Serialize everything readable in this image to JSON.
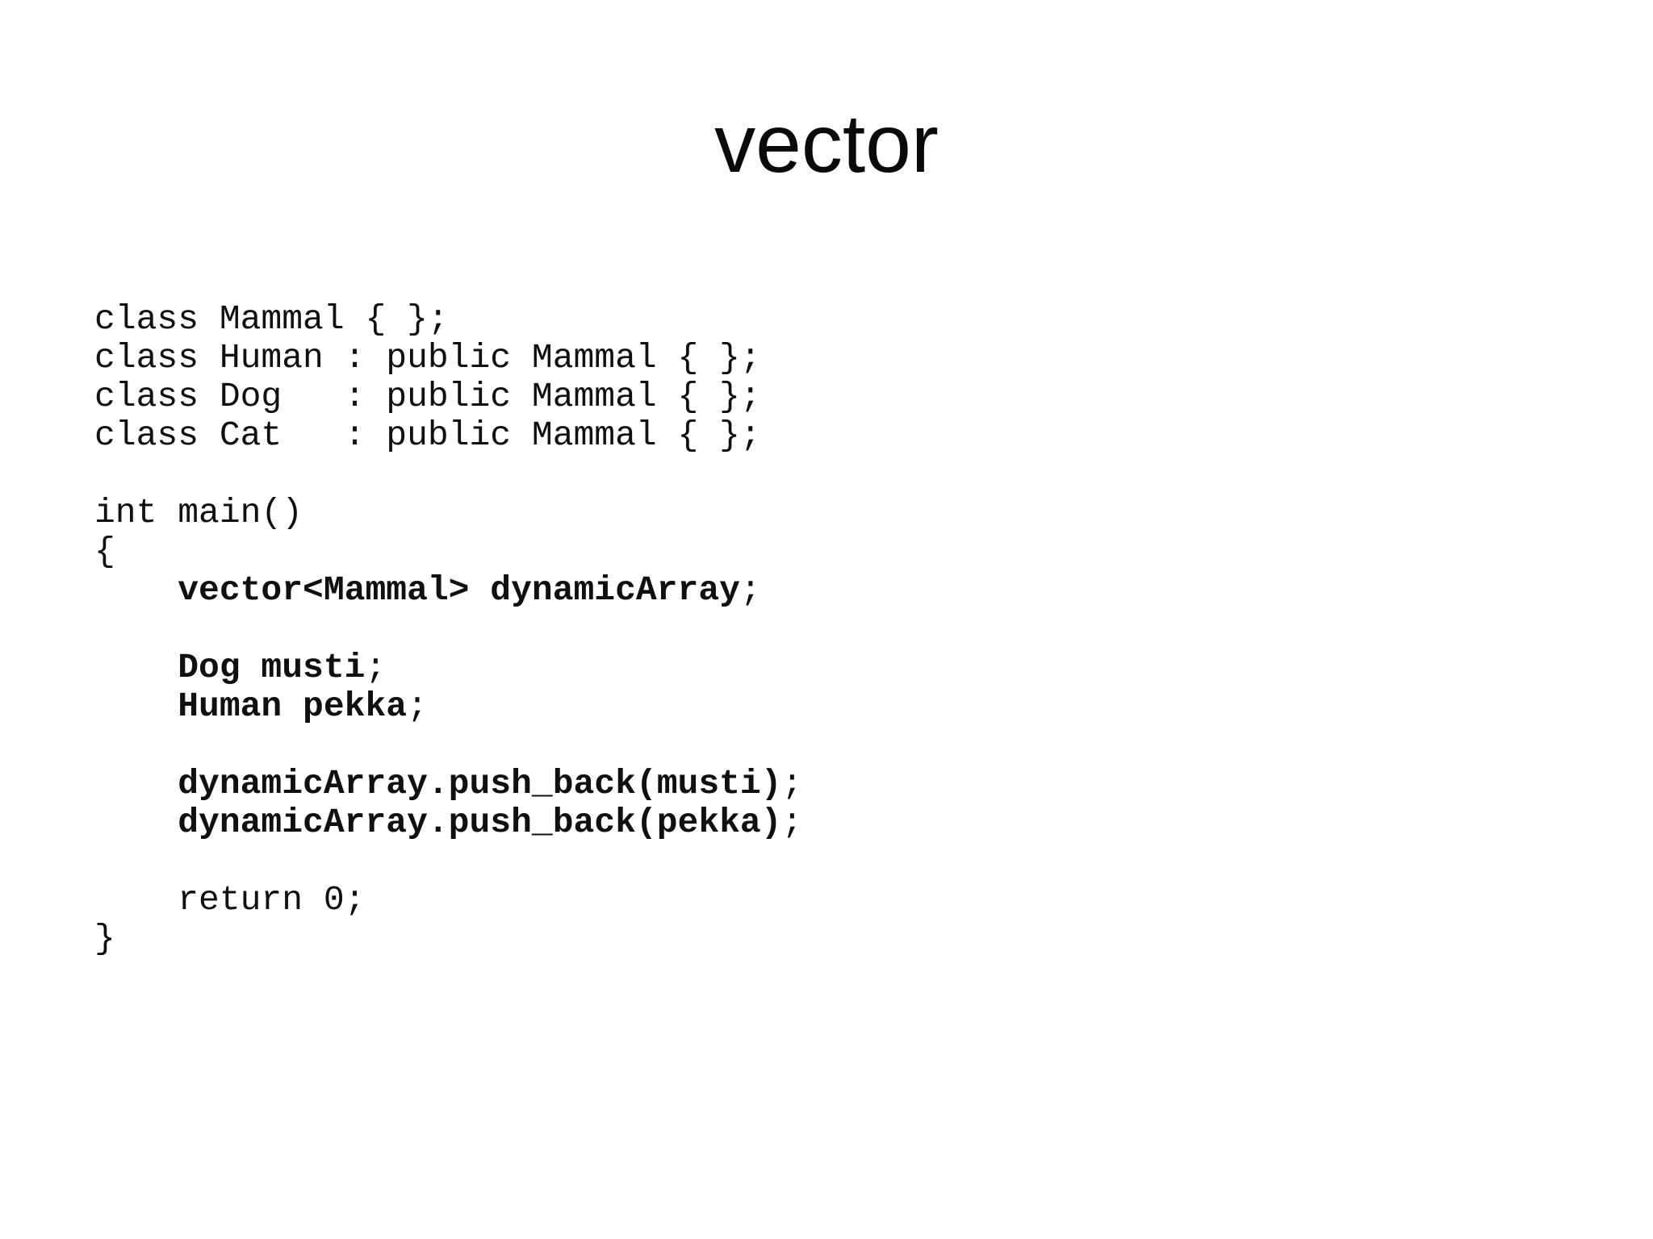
{
  "slide": {
    "title": "vector",
    "colors": {
      "background": "#ffffff",
      "title_text": "#0a0a0a",
      "code_text": "#101010"
    },
    "code": {
      "lines": [
        {
          "parts": [
            {
              "t": "class Mammal { };",
              "b": false
            }
          ]
        },
        {
          "parts": [
            {
              "t": "class Human : public Mammal { };",
              "b": false
            }
          ]
        },
        {
          "parts": [
            {
              "t": "class Dog   : public Mammal { };",
              "b": false
            }
          ]
        },
        {
          "parts": [
            {
              "t": "class Cat   : public Mammal { };",
              "b": false
            }
          ]
        },
        {
          "parts": []
        },
        {
          "parts": [
            {
              "t": "int main()",
              "b": false
            }
          ]
        },
        {
          "parts": [
            {
              "t": "{",
              "b": false
            }
          ]
        },
        {
          "parts": [
            {
              "t": "    ",
              "b": false
            },
            {
              "t": "vector<Mammal> dynamicArray",
              "b": true
            },
            {
              "t": ";",
              "b": false
            }
          ]
        },
        {
          "parts": []
        },
        {
          "parts": [
            {
              "t": "    ",
              "b": false
            },
            {
              "t": "Dog musti",
              "b": true
            },
            {
              "t": ";",
              "b": false
            }
          ]
        },
        {
          "parts": [
            {
              "t": "    ",
              "b": false
            },
            {
              "t": "Human pekka",
              "b": true
            },
            {
              "t": ";",
              "b": false
            }
          ]
        },
        {
          "parts": []
        },
        {
          "parts": [
            {
              "t": "    ",
              "b": false
            },
            {
              "t": "dynamicArray.push_back(musti)",
              "b": true
            },
            {
              "t": ";",
              "b": false
            }
          ]
        },
        {
          "parts": [
            {
              "t": "    ",
              "b": false
            },
            {
              "t": "dynamicArray.push_back(pekka)",
              "b": true
            },
            {
              "t": ";",
              "b": false
            }
          ]
        },
        {
          "parts": []
        },
        {
          "parts": [
            {
              "t": "    return 0;",
              "b": false
            }
          ]
        },
        {
          "parts": [
            {
              "t": "}",
              "b": false
            }
          ]
        }
      ]
    }
  }
}
